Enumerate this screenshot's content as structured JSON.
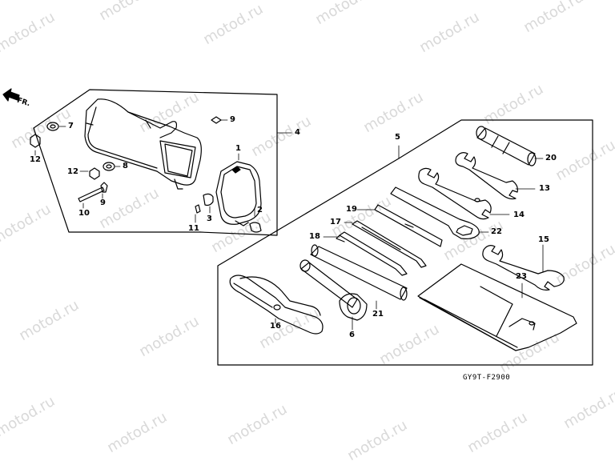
{
  "watermark": "motod.ru",
  "diagram_code": "GY9T-F2900",
  "front_label": "FR.",
  "callouts": {
    "c1": "1",
    "c2": "2",
    "c3": "3",
    "c4": "4",
    "c5": "5",
    "c6": "6",
    "c7": "7",
    "c8": "8",
    "c9a": "9",
    "c9b": "9",
    "c10": "10",
    "c11": "11",
    "c12a": "12",
    "c12b": "12",
    "c13": "13",
    "c14": "14",
    "c15": "15",
    "c16": "16",
    "c17": "17",
    "c18": "18",
    "c19": "19",
    "c20": "20",
    "c21": "21",
    "c22": "22",
    "c23": "23"
  },
  "icons": [
    "front-arrow-icon"
  ]
}
